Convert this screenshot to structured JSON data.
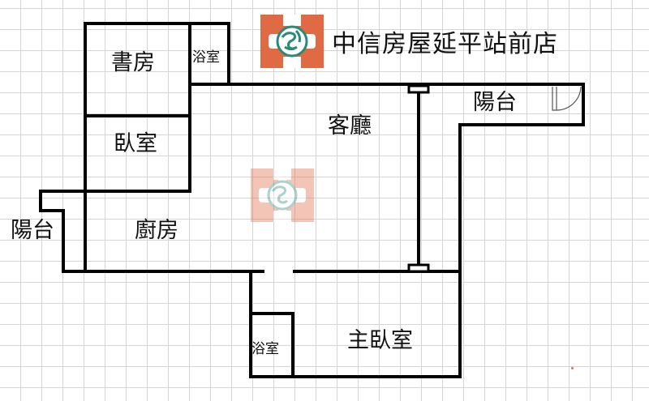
{
  "brand": {
    "title": "中信房屋延平站前店",
    "logo_icon": "globe-logo-icon",
    "logo_color": "#e06a44",
    "globe_color": "#2a8a78"
  },
  "rooms": {
    "study": "書房",
    "bath_top": "浴室",
    "bedroom": "臥室",
    "living": "客廳",
    "balcony_right": "陽台",
    "balcony_left": "陽台",
    "kitchen": "廚房",
    "bath_bottom": "浴室",
    "master_bedroom": "主臥室"
  },
  "colors": {
    "wall": "#000000",
    "grid": "#d4d4d4"
  }
}
